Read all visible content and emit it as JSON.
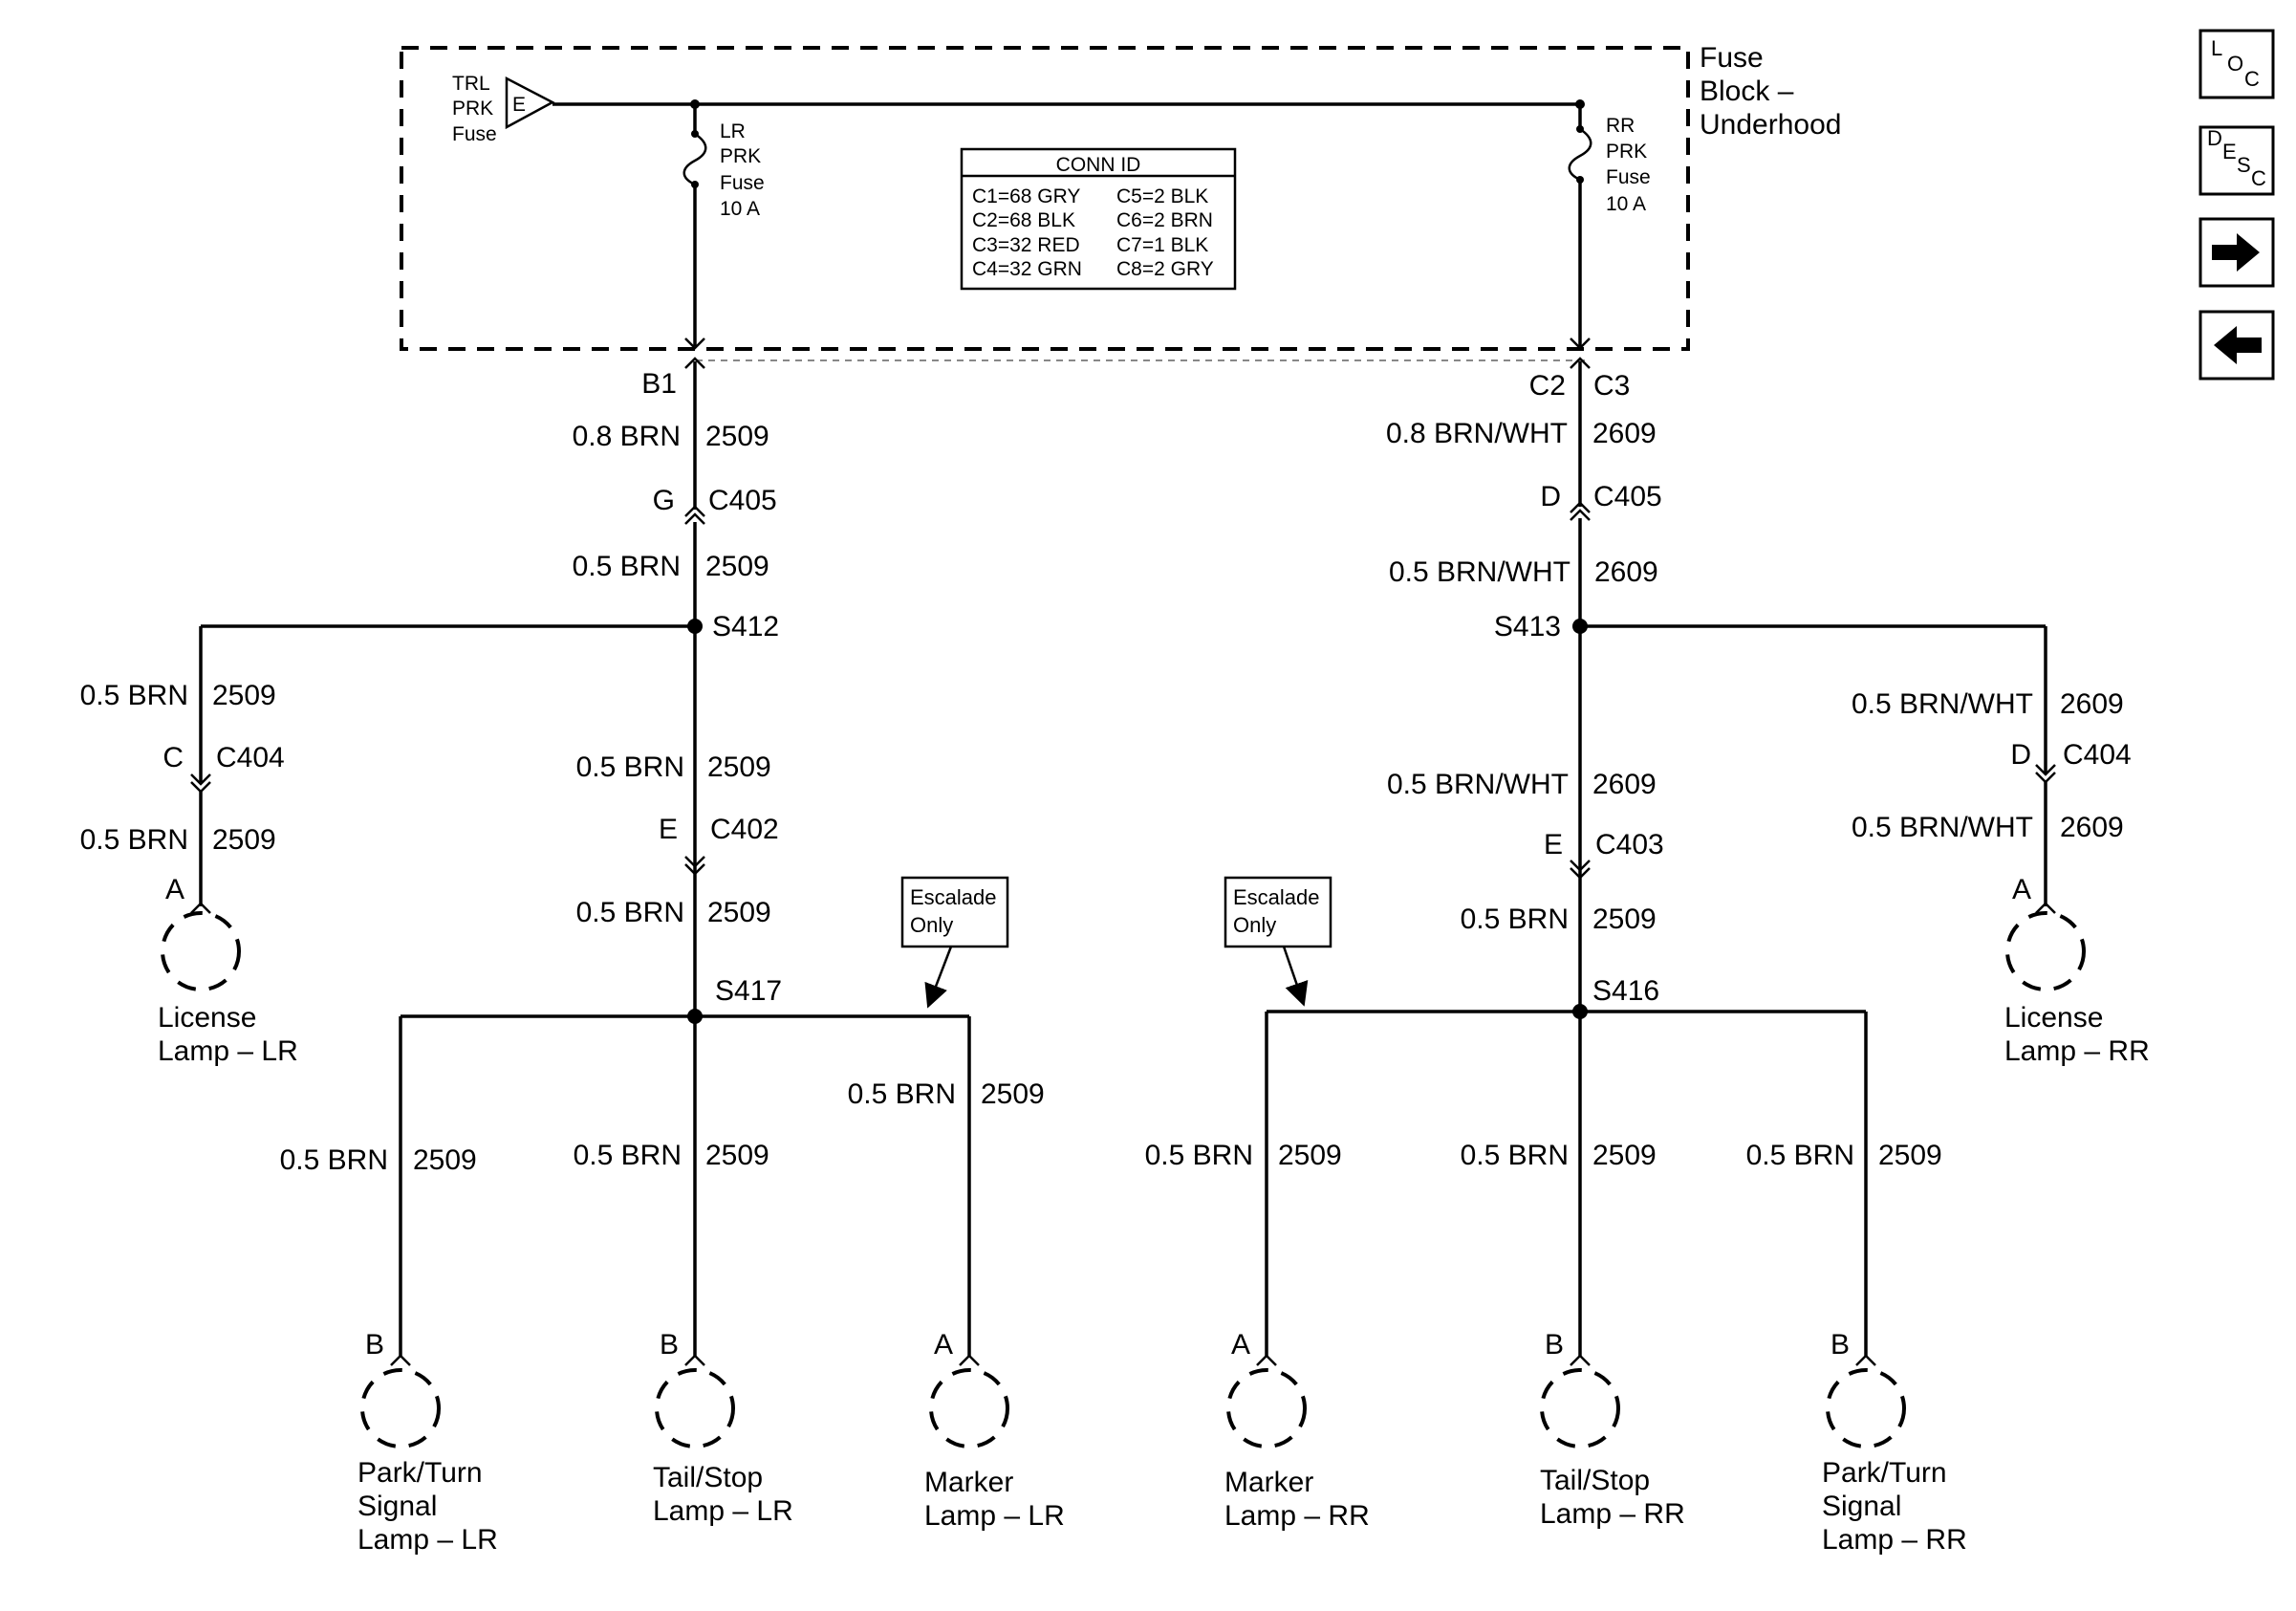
{
  "fuse_block": {
    "line1": "Fuse",
    "line2": "Block –",
    "line3": "Underhood"
  },
  "trl_fuse": {
    "l1": "TRL",
    "l2": "PRK",
    "l3": "Fuse",
    "circuit": "E"
  },
  "lr_fuse": {
    "l1": "LR",
    "l2": "PRK",
    "l3": "Fuse",
    "l4": "10 A"
  },
  "rr_fuse": {
    "l1": "RR",
    "l2": "PRK",
    "l3": "Fuse",
    "l4": "10 A"
  },
  "conn_id": {
    "title": "CONN ID",
    "rows": [
      {
        "left": "C1=68 GRY",
        "right": "C5=2 BLK"
      },
      {
        "left": "C2=68 BLK",
        "right": "C6=2 BRN"
      },
      {
        "left": "C3=32 RED",
        "right": "C7=1 BLK"
      },
      {
        "left": "C4=32 GRN",
        "right": "C8=2 GRY"
      }
    ]
  },
  "nav": {
    "loc_l": "L",
    "loc_o": "O",
    "loc_c": "C",
    "desc_d": "D",
    "desc_e": "E",
    "desc_s": "S",
    "desc_c": "C",
    "next_icon": "arrow-right-icon",
    "prev_icon": "arrow-left-icon"
  },
  "labels": {
    "b1": "B1",
    "c2": "C2",
    "c3": "C3",
    "w_08brn": "0.8 BRN",
    "w_2509": "2509",
    "w_08brnwht": "0.8 BRN/WHT",
    "w_2609": "2609",
    "g": "G",
    "d": "D",
    "c405": "C405",
    "w_05brn": "0.5 BRN",
    "w_05brnwht": "0.5 BRN/WHT",
    "s412": "S412",
    "s413": "S413",
    "s416": "S416",
    "s417": "S417",
    "c": "C",
    "e": "E",
    "c404": "C404",
    "c402": "C402",
    "c403": "C403",
    "a": "A",
    "b": "B",
    "escalade1": "Escalade",
    "escalade2": "Only"
  },
  "lamps": {
    "license_lr": {
      "l1": "License",
      "l2": "Lamp – LR"
    },
    "license_rr": {
      "l1": "License",
      "l2": "Lamp – RR"
    },
    "park_lr": {
      "l1": "Park/Turn",
      "l2": "Signal",
      "l3": "Lamp – LR"
    },
    "tail_lr": {
      "l1": "Tail/Stop",
      "l2": "Lamp – LR"
    },
    "marker_lr": {
      "l1": "Marker",
      "l2": "Lamp – LR"
    },
    "marker_rr": {
      "l1": "Marker",
      "l2": "Lamp – RR"
    },
    "tail_rr": {
      "l1": "Tail/Stop",
      "l2": "Lamp – RR"
    },
    "park_rr": {
      "l1": "Park/Turn",
      "l2": "Signal",
      "l3": "Lamp – RR"
    }
  }
}
